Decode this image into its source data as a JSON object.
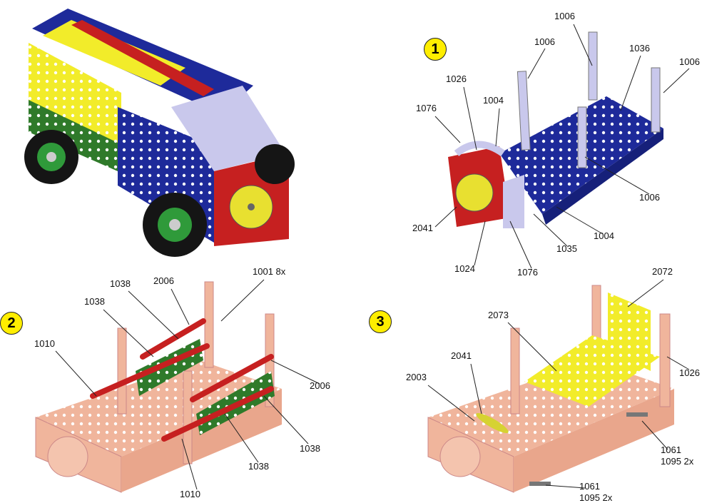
{
  "steps": [
    {
      "number": "1",
      "labels": [
        "1006",
        "1006",
        "1036",
        "1006",
        "1026",
        "1004",
        "1076",
        "1006",
        "2041",
        "1004",
        "1035",
        "1024",
        "1076"
      ]
    },
    {
      "number": "2",
      "labels": [
        "1038",
        "2006",
        "1001 8x",
        "1038",
        "1010",
        "2006",
        "1038",
        "1010",
        "1038"
      ]
    },
    {
      "number": "3",
      "labels": [
        "2072",
        "2073",
        "2041",
        "2003",
        "1026",
        "1061",
        "1095 2x",
        "1061",
        "1095 2x"
      ]
    }
  ],
  "colors": {
    "badge": "#ffee00",
    "blue": "#1e2a9a",
    "red": "#c62020",
    "yellow": "#f2ec2a",
    "green": "#2f7a2a",
    "lilac": "#c9c8ec",
    "salmon": "#f0b59c",
    "tire": "#151515"
  }
}
